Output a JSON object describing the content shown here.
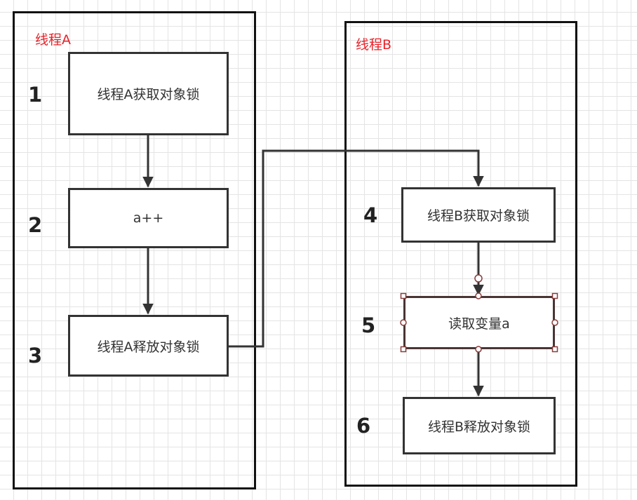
{
  "colors": {
    "lane_title": "#e8232a",
    "step_border": "#333333",
    "selected_border": "#4a3434",
    "selection_handle": "#8a3b3b"
  },
  "lanes": [
    {
      "title": "线程A"
    },
    {
      "title": "线程B"
    }
  ],
  "steps": [
    {
      "number": "1",
      "label": "线程A获取对象锁"
    },
    {
      "number": "2",
      "label": "a++"
    },
    {
      "number": "3",
      "label": "线程A释放对象锁"
    },
    {
      "number": "4",
      "label": "线程B获取对象锁"
    },
    {
      "number": "5",
      "label": "读取变量a"
    },
    {
      "number": "6",
      "label": "线程B释放对象锁"
    }
  ]
}
